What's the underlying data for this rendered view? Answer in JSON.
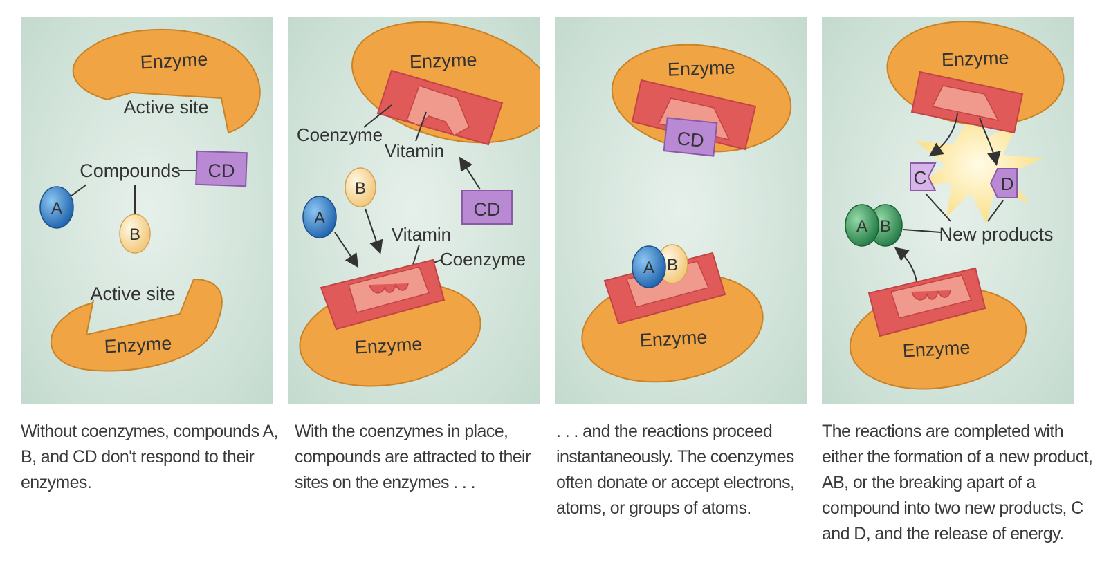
{
  "panels": [
    {
      "labels": {
        "enzyme_top": "Enzyme",
        "active_site_top": "Active site",
        "compounds": "Compounds",
        "cd": "CD",
        "a": "A",
        "b": "B",
        "active_site_bottom": "Active site",
        "enzyme_bottom": "Enzyme"
      },
      "caption": "Without coenzymes, compounds A, B, and CD don't respond to their enzymes."
    },
    {
      "labels": {
        "enzyme_top": "Enzyme",
        "coenzyme_top": "Coenzyme",
        "vitamin_top": "Vitamin",
        "b": "B",
        "a": "A",
        "cd": "CD",
        "vitamin_bottom": "Vitamin",
        "coenzyme_bottom": "Coenzyme",
        "enzyme_bottom": "Enzyme"
      },
      "caption": "With the coenzymes in place, compounds are attracted to their sites on the enzymes . . ."
    },
    {
      "labels": {
        "enzyme_top": "Enzyme",
        "cd": "CD",
        "a": "A",
        "b": "B",
        "enzyme_bottom": "Enzyme"
      },
      "caption": ". . . and the reactions proceed instantaneously. The coenzymes often donate or accept electrons, atoms, or groups of atoms."
    },
    {
      "labels": {
        "enzyme_top": "Enzyme",
        "c": "C",
        "d": "D",
        "a": "A",
        "b": "B",
        "new_products": "New products",
        "enzyme_bottom": "Enzyme"
      },
      "caption": "The reactions are completed with either the formation of a new product, AB, or the breaking apart of a compound into two new products, C and D, and the release of energy."
    }
  ],
  "colors": {
    "enzyme": "#f0a444",
    "enzyme_edge": "#c98326",
    "coenzyme": "#e15a5a",
    "vitamin": "#ef9a8c",
    "compound_cd": "#b98ad3",
    "compound_a": "#3a87cf",
    "compound_b": "#fbe3a6",
    "product_ab": "#3fa15f",
    "energy_burst": "#fbe8a0"
  }
}
